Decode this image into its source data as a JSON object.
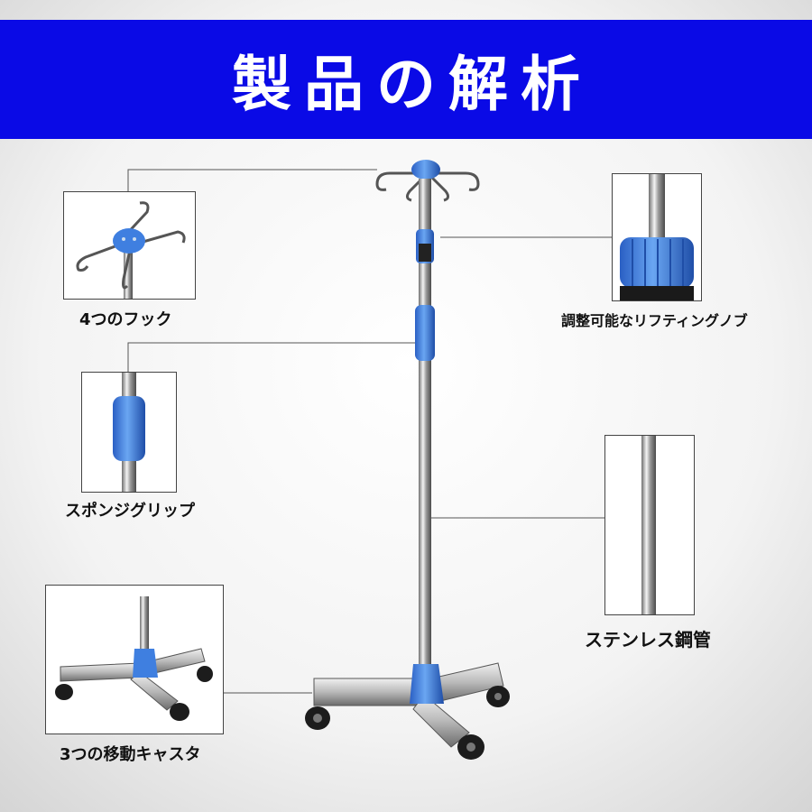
{
  "banner": {
    "title": "製品の解析"
  },
  "callouts": {
    "hooks": "4つのフック",
    "knob": "調整可能なリフティングノブ",
    "grip": "スポンジグリップ",
    "tube": "ステンレス鋼管",
    "casters": "3つの移動キャスタ"
  },
  "colors": {
    "banner": "#0a0ae6",
    "accent_blue": "#3f7fe0",
    "background_gray": "#dcdcdc"
  }
}
